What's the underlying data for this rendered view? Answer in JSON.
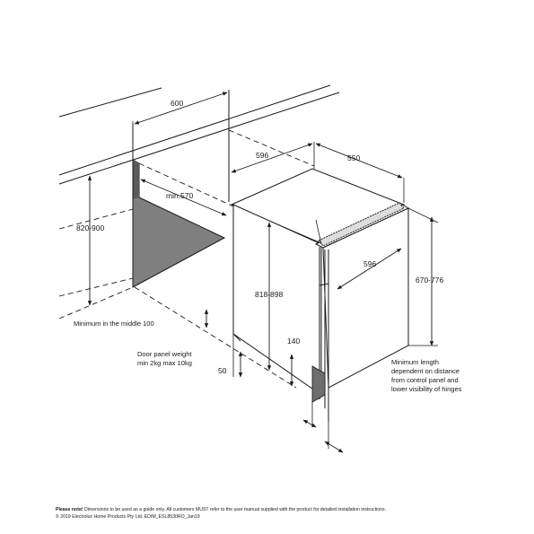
{
  "dimensions": {
    "width_top": "600",
    "depth_appliance": "596",
    "depth_top": "550",
    "depth_min": "min.570",
    "niche_height": "820-900",
    "appliance_height": "818-898",
    "door_depth": "596",
    "door_height": "670-776",
    "plinth_height": "140",
    "gap": "50"
  },
  "notes": {
    "minimum_middle_line1": "Minimum in the middle 100",
    "door_weight_line1": "Door panel weight",
    "door_weight_line2": "min 2kg max 10kg",
    "min_length_line1": "Minimum length",
    "min_length_line2": "dependent on distance",
    "min_length_line3": "from control panel and",
    "min_length_line4": "lower visibility of hinges"
  },
  "footer": {
    "please_note_label": "Please note!",
    "disclaimer": " Dimensions to be used as a guide only. All customers MUST refer to the user manual supplied with the product for detailed installation instructions.",
    "copyright": "© 2019 Electrolux Home Products Pty Ltd. EDIM_ESL8530RO_Jan19"
  },
  "colors": {
    "line": "#1a1a1a",
    "niche_fill": "#7f7f7f",
    "plinth_fill": "#6e6e6e"
  }
}
